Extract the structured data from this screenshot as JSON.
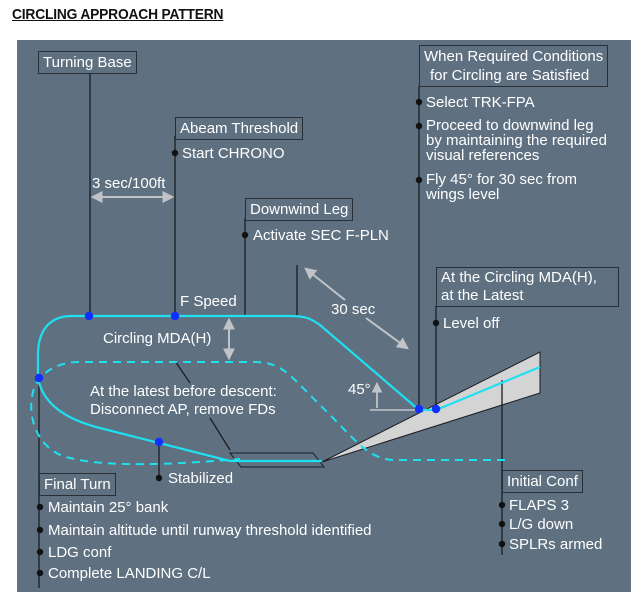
{
  "title": "CIRCLING APPROACH PATTERN",
  "colors": {
    "panel": "#5f7080",
    "pattern_line": "#1fe0f0",
    "turn_point": "#1030ff",
    "runway_fill": "#d4d4d4",
    "arrow": "#c0c4c8",
    "leader_line": "#1a1d22"
  },
  "callouts": {
    "turning_base": {
      "heading": "Turning Base"
    },
    "abeam_threshold": {
      "heading": "Abeam Threshold",
      "items": [
        "Start CHRONO"
      ]
    },
    "downwind_leg": {
      "heading": "Downwind Leg",
      "items": [
        "Activate SEC F-PLN"
      ]
    },
    "conditions": {
      "heading_line1": "When Required Conditions",
      "heading_line2": "for Circling are Satisfied",
      "items": [
        {
          "line1": "Select TRK-FPA"
        },
        {
          "line1": "Proceed to downwind leg",
          "line2": "by maintaining the required",
          "line3": "visual references"
        },
        {
          "line1": "Fly 45° for 30 sec from",
          "line2": "wings level"
        }
      ]
    },
    "mda_latest": {
      "heading_line1": "At the Circling MDA(H),",
      "heading_line2": "at the Latest",
      "items": [
        "Level off"
      ]
    },
    "final_turn": {
      "heading": "Final Turn",
      "items": [
        "Maintain 25° bank",
        "Maintain altitude until runway threshold identified",
        "LDG conf",
        "Complete LANDING C/L"
      ]
    },
    "initial_conf": {
      "heading": "Initial Conf",
      "items": [
        "FLAPS 3",
        "L/G down",
        "SPLRs armed"
      ]
    }
  },
  "annotations": {
    "timing": "3 sec/100ft",
    "f_speed": "F Speed",
    "circling_mda": "Circling MDA(H)",
    "thirty_sec": "30 sec",
    "angle": "45°",
    "disconnect_line1": "At the latest before descent:",
    "disconnect_line2": "Disconnect AP, remove FDs",
    "stabilized": "Stabilized"
  }
}
